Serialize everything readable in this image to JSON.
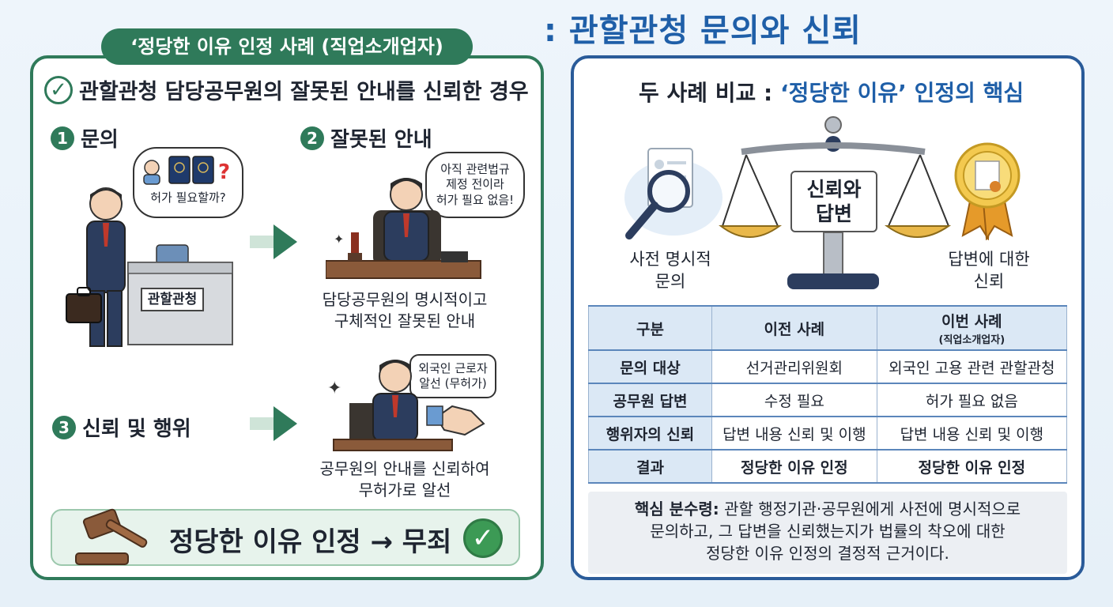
{
  "title": ": 관할관청 문의와 신뢰",
  "left": {
    "tag": "‘정당한 이유 인정 사례 (직업소개업자)",
    "heading": "관할관청 담당공무원의 잘못된 안내를 신뢰한 경우",
    "steps": [
      {
        "num": "1",
        "label": "문의"
      },
      {
        "num": "2",
        "label": "잘못된 안내"
      },
      {
        "num": "3",
        "label": "신뢰 및 행위"
      }
    ],
    "bubble_inquiry": "허가 필요할까?",
    "desk_sign": "관할관청",
    "bubble_official": "아직 관련법규\n제정 전이라\n허가 필요 없음!",
    "caption_guidance": "담당공무원의 명시적이고\n구체적인 잘못된 안내",
    "bubble_act": "외국인 근로자\n알선 (무허가)",
    "caption_act": "공무원의 안내를 신뢰하여\n무허가로 알선",
    "verdict": "정당한 이유 인정 → 무죄",
    "colors": {
      "green": "#2f7a5a"
    }
  },
  "right": {
    "heading_prefix": "두 사례 비교 : ",
    "heading_quote": "‘정당한 이유’ 인정의 핵심",
    "left_label": "사전 명시적\n문의",
    "scale_label": "신뢰와\n답변",
    "right_label": "답변에 대한\n신뢰",
    "table": {
      "headers": [
        "구분",
        "이전 사례",
        "이번 사례"
      ],
      "header_sub": "(직업소개업자)",
      "rows": [
        [
          "문의 대상",
          "선거관리위원회",
          "외국인 고용 관련 관할관청"
        ],
        [
          "공무원 답변",
          "수정 필요",
          "허가 필요 없음"
        ],
        [
          "행위자의 신뢰",
          "답변 내용 신뢰 및 이행",
          "답변 내용 신뢰 및 이행"
        ],
        [
          "결과",
          "정당한 이유 인정",
          "정당한 이유 인정"
        ]
      ]
    },
    "note_bold": "핵심 분수령:",
    "note_text_1": " 관할 행정기관·공무원에게 사전에 명시적으로",
    "note_text_2": "문의하고, 그 답변을 신뢰했는지가 법률의 착오에 대한",
    "note_text_3": "정당한 이유 인정의 결정적 근거이다.",
    "colors": {
      "blue": "#2a5b99"
    }
  }
}
